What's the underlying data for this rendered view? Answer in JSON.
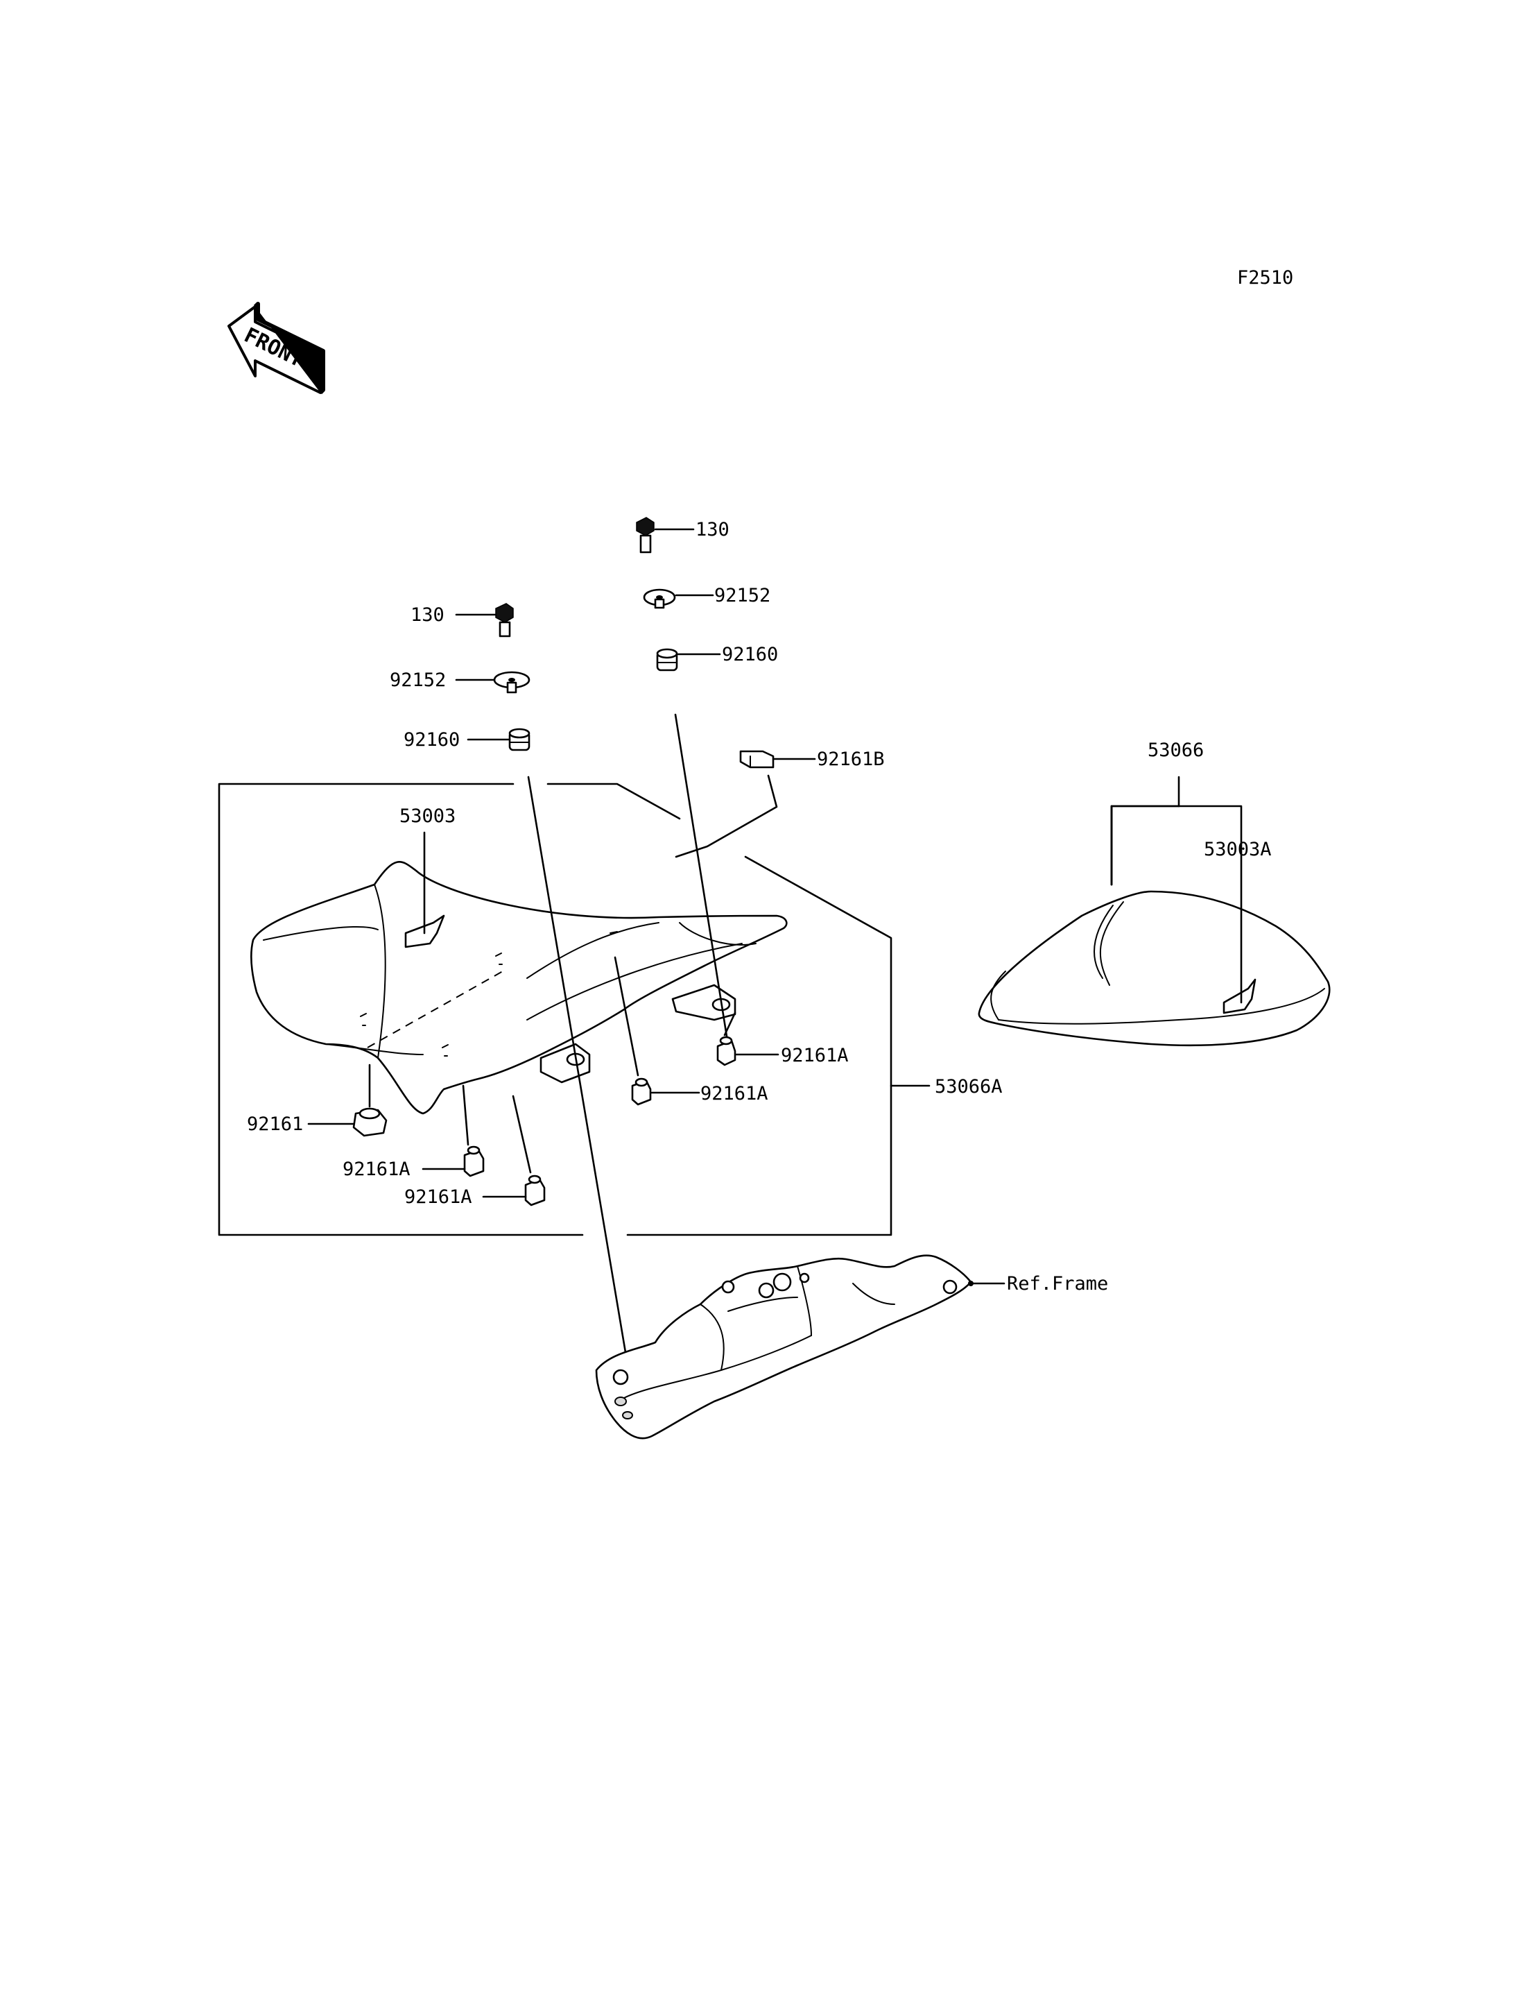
{
  "diagram_code": "F2510",
  "front_label": "FRONT",
  "parts": {
    "bolt_front": "130",
    "washer_front": "92152",
    "grommet_front": "92160",
    "bolt_rear": "130",
    "washer_rear": "92152",
    "grommet_rear": "92160",
    "damper_b": "92161B",
    "front_seat_pad": "53003",
    "rear_seat_assy": "53066",
    "rear_seat_pad": "53003A",
    "front_seat_assy": "53066A",
    "damper_main": "92161",
    "damper_a_1": "92161A",
    "damper_a_2": "92161A",
    "damper_a_3": "92161A",
    "damper_a_4": "92161A",
    "frame_ref": "Ref.Frame"
  }
}
